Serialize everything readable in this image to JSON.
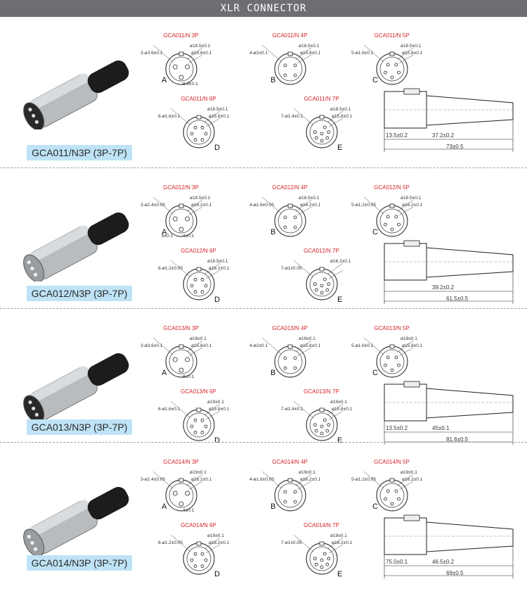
{
  "header": {
    "title": "XLR CONNECTOR"
  },
  "sections": [
    {
      "label": "GCA011/N3P (3P-7P)",
      "diagrams": [
        {
          "letter": "A",
          "code": "GCA011/N 3P",
          "dims": [
            "3-ø3.6±0.1",
            "ø18.5±0.1",
            "ø15.8±0.1",
            "8.6±0.1"
          ]
        },
        {
          "letter": "B",
          "code": "GCA011/N 4P",
          "dims": [
            "4-ø2±0.1",
            "ø18.5±0.1",
            "ø15.8±0.1"
          ]
        },
        {
          "letter": "C",
          "code": "GCA011/N 5P",
          "dims": [
            "5-ø1.6±0.1",
            "ø18.5±0.1",
            "ø15.8±0.1"
          ]
        },
        {
          "letter": "D",
          "code": "GCA011/N 6P",
          "dims": [
            "6-ø1.6±0.1",
            "ø18.5±0.1",
            "ø15.8±0.1"
          ]
        },
        {
          "letter": "E",
          "code": "GCA011/N 7P",
          "dims": [
            "7-ø1.4±0.1",
            "ø18.5±0.1",
            "ø15.8±0.1"
          ]
        }
      ],
      "body_dims": [
        "13.5±0.2",
        "37.2±0.2",
        "73±0.5"
      ]
    },
    {
      "label": "GCA012/N3P (3P-7P)",
      "diagrams": [
        {
          "letter": "A",
          "code": "GCA012/N 3P",
          "dims": [
            "3-ø2.4±0.05",
            "ø18.5±0.1",
            "ø16.2±0.1",
            "4±0.1",
            "8±0.1"
          ]
        },
        {
          "letter": "B",
          "code": "GCA012/N 4P",
          "dims": [
            "4-ø1.6±0.05",
            "ø18.5±0.1",
            "ø16.2±0.1"
          ]
        },
        {
          "letter": "C",
          "code": "GCA012/N 5P",
          "dims": [
            "5-ø1.2±0.05",
            "ø18.5±0.1",
            "ø16.2±0.1"
          ]
        },
        {
          "letter": "D",
          "code": "GCA012/N 6P",
          "dims": [
            "6-ø1.2±0.05",
            "ø18.5±0.1",
            "ø16.2±0.1"
          ]
        },
        {
          "letter": "E",
          "code": "GCA012/N 7P",
          "dims": [
            "7-ø1±0.05",
            "ø16.2±0.1"
          ]
        }
      ],
      "body_dims": [
        "39.2±0.2",
        "61.5±0.5"
      ]
    },
    {
      "label": "GCA013/N3P (3P-7P)",
      "diagrams": [
        {
          "letter": "A",
          "code": "GCA013/N 3P",
          "dims": [
            "3-ø3.6±0.1",
            "ø19±0.1",
            "ø15.8±0.1",
            "8±0.1"
          ]
        },
        {
          "letter": "B",
          "code": "GCA013/N 4P",
          "dims": [
            "4-ø2±0.1",
            "ø19±0.1",
            "ø15.8±0.1"
          ]
        },
        {
          "letter": "C",
          "code": "GCA013/N 5P",
          "dims": [
            "5-ø1.6±0.1",
            "ø19±0.1",
            "ø15.8±0.1"
          ]
        },
        {
          "letter": "D",
          "code": "GCA013/N 6P",
          "dims": [
            "6-ø1.6±0.1",
            "ø19±0.1",
            "ø15.8±0.1"
          ]
        },
        {
          "letter": "E",
          "code": "GCA013/N 7P",
          "dims": [
            "7-ø1.4±0.1",
            "ø19±0.1",
            "ø15.8±0.1"
          ]
        }
      ],
      "body_dims": [
        "13.5±0.2",
        "45±0.1",
        "81.6±0.5"
      ]
    },
    {
      "label": "GCA014/N3P (3P-7P)",
      "diagrams": [
        {
          "letter": "A",
          "code": "GCA014/N 3P",
          "dims": [
            "3-ø2.4±0.05",
            "ø19±0.1",
            "ø16.2±0.1",
            "4±0.1"
          ]
        },
        {
          "letter": "B",
          "code": "GCA014/N 4P",
          "dims": [
            "4-ø1.6±0.05",
            "ø19±0.1",
            "ø16.2±0.1"
          ]
        },
        {
          "letter": "C",
          "code": "GCA014/N 5P",
          "dims": [
            "5-ø1.2±0.05",
            "ø19±0.1",
            "ø16.2±0.1"
          ]
        },
        {
          "letter": "D",
          "code": "GCA014/N 6P",
          "dims": [
            "6-ø1.2±0.05",
            "ø19±0.1",
            "ø16.2±0.1"
          ]
        },
        {
          "letter": "E",
          "code": "GCA014/N 7P",
          "dims": [
            "7-ø1±0.05",
            "ø19±0.1",
            "ø16.2±0.1"
          ]
        }
      ],
      "body_dims": [
        "75.0±0.1",
        "46.5±0.2",
        "69±0.5"
      ]
    }
  ]
}
